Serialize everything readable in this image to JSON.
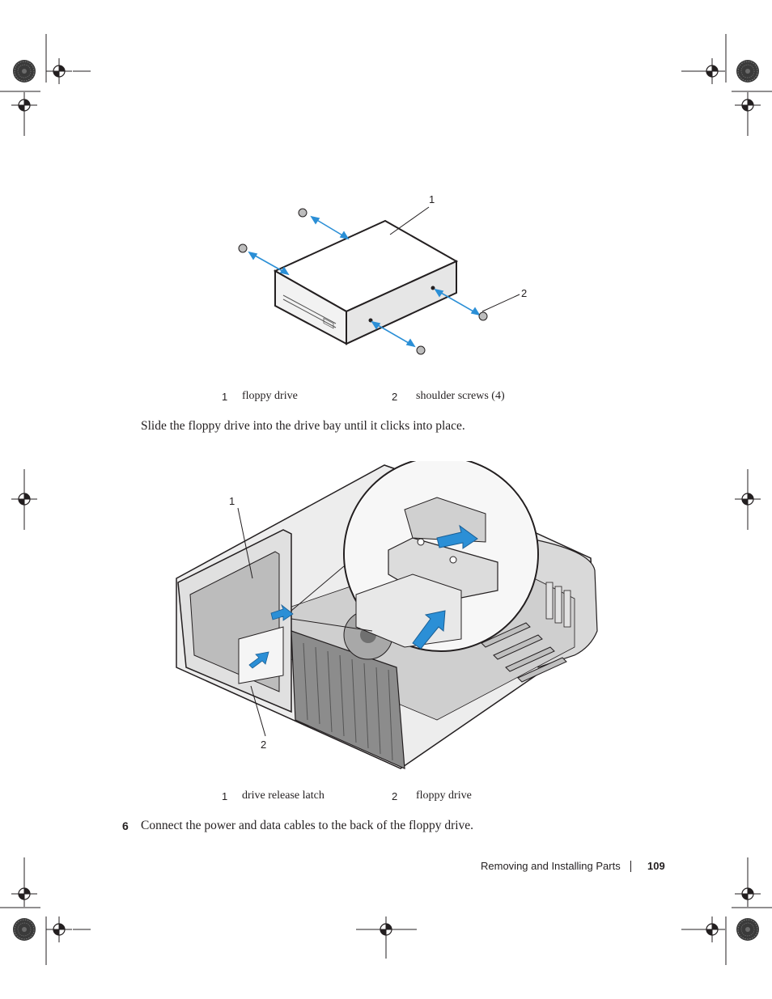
{
  "figure1": {
    "callouts": [
      "1",
      "2"
    ],
    "legend": [
      {
        "num": "1",
        "label": "floppy drive"
      },
      {
        "num": "2",
        "label": "shoulder screws (4)"
      }
    ]
  },
  "instruction_text": "Slide the floppy drive into the drive bay until it clicks into place.",
  "figure2": {
    "callouts": [
      "1",
      "2"
    ],
    "legend": [
      {
        "num": "1",
        "label": "drive release latch"
      },
      {
        "num": "2",
        "label": "floppy drive"
      }
    ]
  },
  "step6": {
    "num": "6",
    "text": "Connect the power and data cables to the back of the floppy drive."
  },
  "footer": {
    "section": "Removing and Installing Parts",
    "page": "109"
  }
}
